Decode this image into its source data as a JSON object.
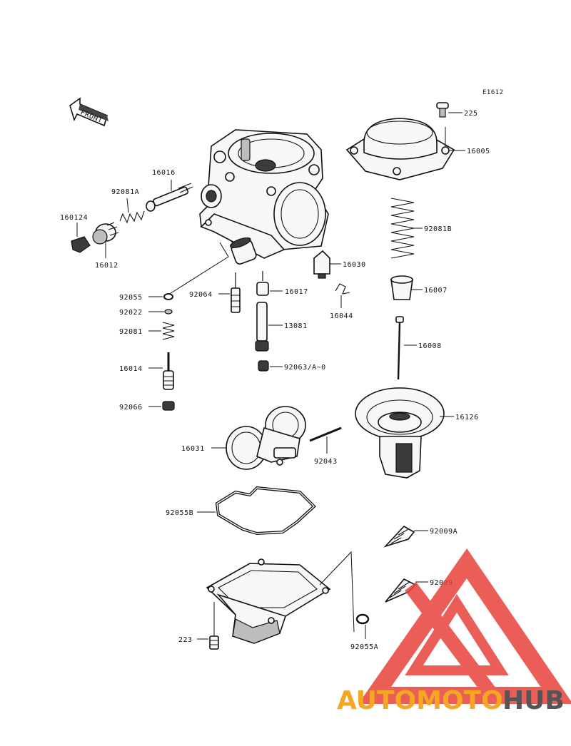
{
  "diagram": {
    "code": "E1612",
    "front_label": "FRONT",
    "parts": {
      "p225": "225",
      "p16005": "16005",
      "p16016": "16016",
      "p92081A": "92081A",
      "p160124": "160124",
      "p16012": "16012",
      "p92081B": "92081B",
      "p16030": "16030",
      "p92055": "92055",
      "p92064": "92064",
      "p16017": "16017",
      "p16044": "16044",
      "p16007": "16007",
      "p92022": "92022",
      "p92081": "92081",
      "p13081": "13081",
      "p16008": "16008",
      "p16014": "16014",
      "p92063": "92063/A~0",
      "p92066": "92066",
      "p16126": "16126",
      "p16031": "16031",
      "p92043": "92043",
      "p92055B": "92055B",
      "p92009A": "92009A",
      "p92009": "92009",
      "p223": "223",
      "p92055A": "92055A"
    }
  },
  "watermark": {
    "brand_part1": "AUTOMOTO",
    "brand_part2": "HUB",
    "colors": {
      "red": "#e8423b",
      "orange": "#f5a623",
      "gray": "#555555"
    }
  }
}
